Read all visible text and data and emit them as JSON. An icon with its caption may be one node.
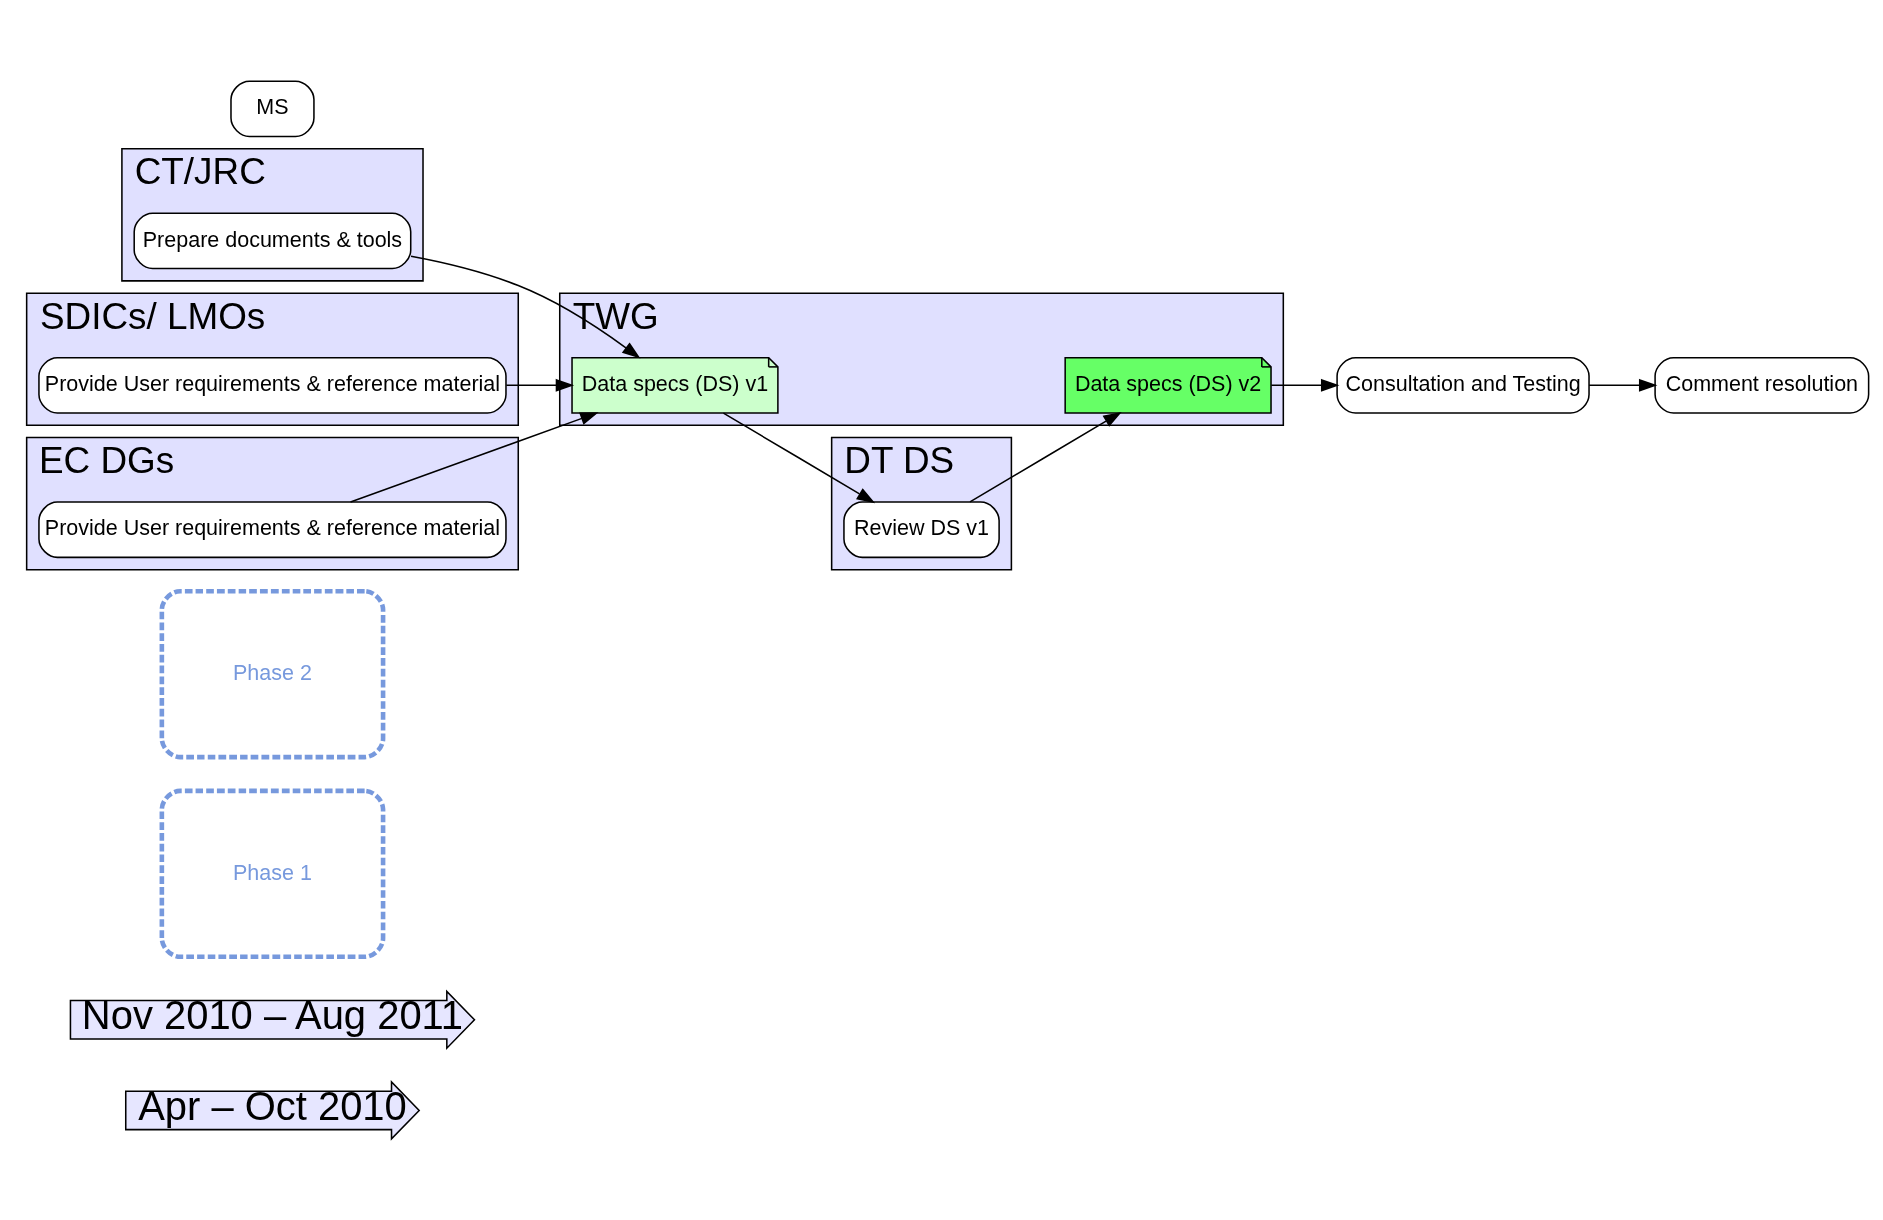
{
  "diagram": {
    "nodes": [
      {
        "text": [
          "Apr – Oct 2010"
        ]
      },
      {
        "text": [
          "Nov 2010 – Aug 2011"
        ]
      },
      {
        "text": [
          "Phase 1"
        ]
      },
      {
        "text": [
          "Phase 2"
        ]
      },
      {
        "text": [
          "TWG"
        ]
      },
      {
        "text": [
          "Data specs (DS) v1"
        ],
        "in": 4
      },
      {
        "text": [
          "Data specs (DS) v2"
        ],
        "in": 4
      },
      {
        "text": [
          "DT DS"
        ]
      },
      {
        "text": [
          "Review DS v1"
        ],
        "in": 7
      },
      {
        "text": [
          "CT/JRC"
        ]
      },
      {
        "text": [
          "Prepare documents & tools"
        ],
        "in": 9
      },
      {
        "text": [
          "Comment resolution"
        ]
      },
      {
        "text": [
          "SDICs/ LMOs"
        ]
      },
      {
        "text": [
          "Provide User requirements & reference material"
        ],
        "in": 12
      },
      {
        "text": [
          "MS"
        ]
      },
      {
        "text": [
          "Consultation and Testing"
        ]
      },
      {
        "text": [
          "EC DGs"
        ]
      },
      {
        "text": [
          "Provide User requirements & reference material"
        ],
        "in": 16
      }
    ],
    "edges": [
      {
        "from": 10,
        "to": 5,
        "arrow": "to"
      },
      {
        "from": 13,
        "to": 5,
        "arrow": "to"
      },
      {
        "from": 17,
        "to": 5,
        "arrow": "to"
      },
      {
        "from": 5,
        "to": 8,
        "arrow": "to"
      },
      {
        "from": 8,
        "to": 6,
        "arrow": "to"
      },
      {
        "from": 6,
        "to": 15,
        "arrow": "to"
      },
      {
        "from": 15,
        "to": 11,
        "arrow": "to"
      }
    ]
  }
}
